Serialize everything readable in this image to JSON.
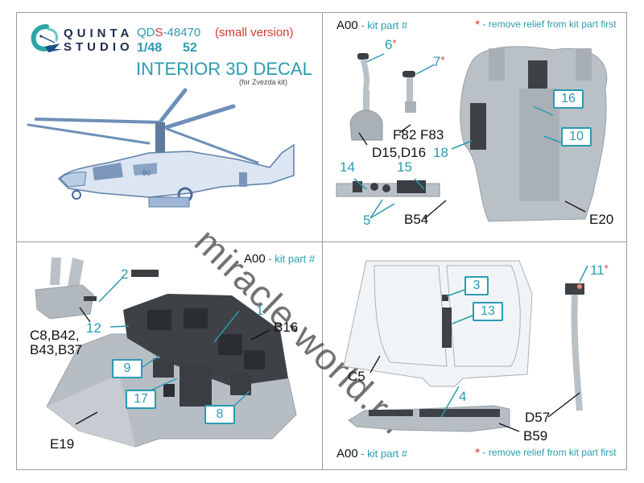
{
  "brand": {
    "line1": "QUINTA",
    "line2": "STUDIO",
    "logo_icon": "quinta-q-logo-icon"
  },
  "product": {
    "code_prefix": "QD",
    "code_s": "S",
    "code_suffix": "-48470",
    "variant": "(small version)",
    "scale": "1/48",
    "model": "52",
    "title": "INTERIOR 3D DECAL",
    "subtitle": "(for Zvezda kit)"
  },
  "legend": {
    "kit_part_code": "A00",
    "kit_part_text": "- kit part #",
    "star": "*",
    "star_text": "- remove relief from kit part first"
  },
  "watermark": "miracle-world.ru",
  "panel_top_right": {
    "callouts": [
      {
        "num": "6",
        "star": "*"
      },
      {
        "num": "7",
        "star": "*"
      },
      {
        "num": "14"
      },
      {
        "num": "15"
      },
      {
        "num": "5"
      },
      {
        "num": "18"
      }
    ],
    "boxed": [
      "16",
      "10"
    ],
    "parts": [
      "F82 F83",
      "D15,D16",
      "B54",
      "E20"
    ]
  },
  "panel_bottom_left": {
    "callouts": [
      {
        "num": "2"
      },
      {
        "num": "12"
      },
      {
        "num": "1"
      }
    ],
    "boxed": [
      "9",
      "17",
      "8"
    ],
    "parts": [
      "C8,B42,",
      "B43,B37",
      "B16",
      "E19"
    ]
  },
  "panel_bottom_right": {
    "callouts": [
      {
        "num": "11",
        "star": "*"
      },
      {
        "num": "4"
      }
    ],
    "boxed": [
      "3",
      "13"
    ],
    "parts": [
      "C5",
      "D57",
      "B59"
    ]
  },
  "colors": {
    "accent_teal": "#2a9bb0",
    "accent_red": "#d23a35",
    "part_grey": "#b9c1c6",
    "panel_dark": "#3e4146"
  }
}
